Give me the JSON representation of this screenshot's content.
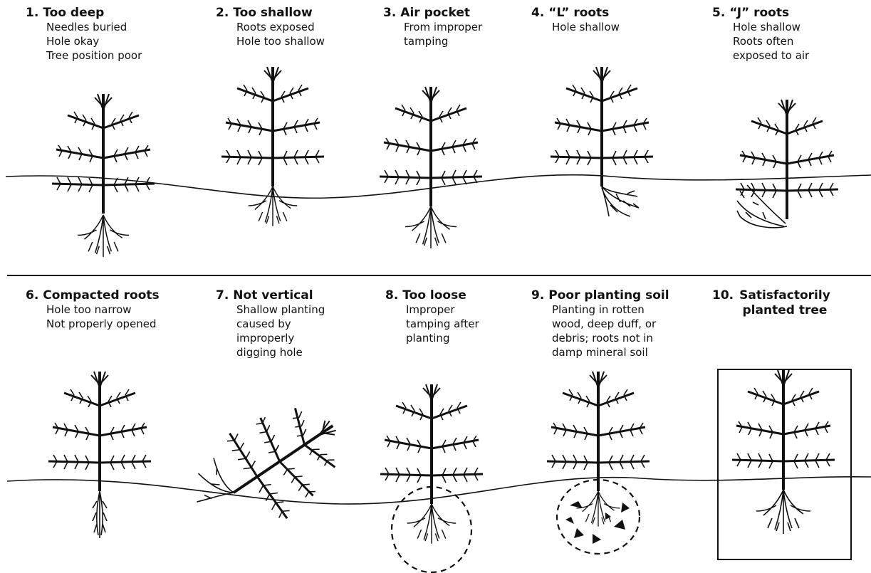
{
  "panels": [
    {
      "number": "1.",
      "title": "Too deep",
      "lines": [
        "Needles buried",
        "Hole okay",
        "Tree position poor"
      ]
    },
    {
      "number": "2.",
      "title": "Too shallow",
      "lines": [
        "Roots exposed",
        "Hole too shallow"
      ]
    },
    {
      "number": "3.",
      "title": "Air pocket",
      "lines": [
        "From improper",
        "tamping"
      ]
    },
    {
      "number": "4.",
      "title": "“L” roots",
      "lines": [
        "Hole shallow"
      ]
    },
    {
      "number": "5.",
      "title": "“J” roots",
      "lines": [
        "Hole shallow",
        "Roots often",
        "exposed to air"
      ]
    },
    {
      "number": "6.",
      "title": "Compacted roots",
      "lines": [
        "Hole too narrow",
        "Not properly opened"
      ]
    },
    {
      "number": "7.",
      "title": "Not vertical",
      "lines": [
        "Shallow planting",
        "caused by",
        "improperly",
        "digging hole"
      ]
    },
    {
      "number": "8.",
      "title": "Too loose",
      "lines": [
        "Improper",
        "tamping after",
        "planting"
      ]
    },
    {
      "number": "9.",
      "title": "Poor planting soil",
      "lines": [
        "Planting in rotten",
        "wood, deep duff, or",
        "debris; roots not in",
        "damp mineral soil"
      ]
    },
    {
      "number": "10.",
      "title_lines": [
        "Satisfactorily",
        "planted tree"
      ]
    }
  ]
}
